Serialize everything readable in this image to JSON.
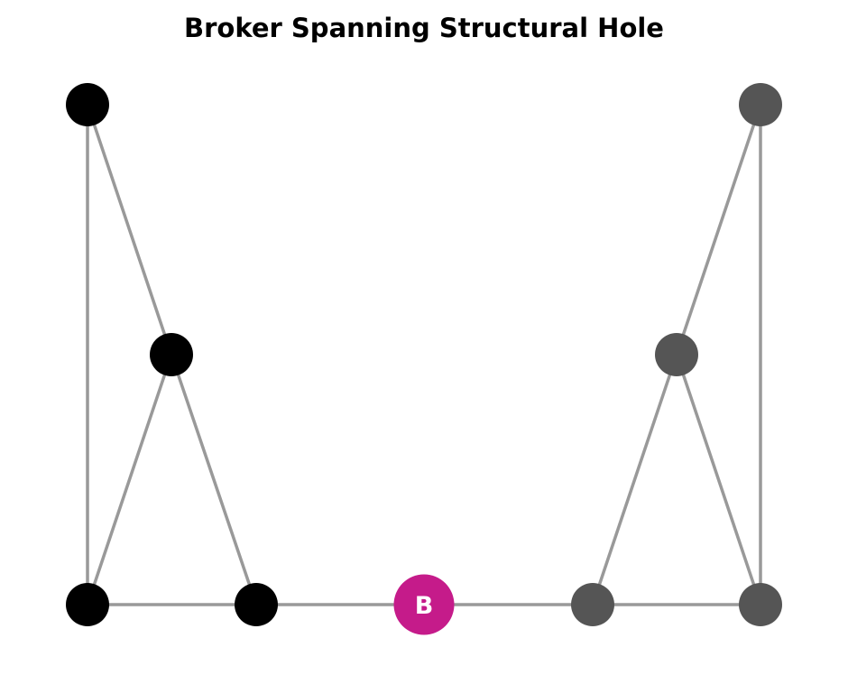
{
  "title": "Broker Spanning Structural Hole",
  "colors": {
    "edge": "#999999",
    "group_a": "#000000",
    "group_b": "#555555",
    "broker": "#c51b8a",
    "broker_label": "#ffffff"
  },
  "nodes": [
    {
      "id": "a1",
      "group": "group_a",
      "label": ""
    },
    {
      "id": "a2",
      "group": "group_a",
      "label": ""
    },
    {
      "id": "a3",
      "group": "group_a",
      "label": ""
    },
    {
      "id": "a4",
      "group": "group_a",
      "label": ""
    },
    {
      "id": "broker",
      "group": "broker",
      "label": "B"
    },
    {
      "id": "b1",
      "group": "group_b",
      "label": ""
    },
    {
      "id": "b2",
      "group": "group_b",
      "label": ""
    },
    {
      "id": "b3",
      "group": "group_b",
      "label": ""
    },
    {
      "id": "b4",
      "group": "group_b",
      "label": ""
    }
  ],
  "edges": [
    [
      "a1",
      "a3"
    ],
    [
      "a1",
      "a2"
    ],
    [
      "a2",
      "a3"
    ],
    [
      "a2",
      "a4"
    ],
    [
      "a3",
      "a4"
    ],
    [
      "a4",
      "broker"
    ],
    [
      "broker",
      "b4"
    ],
    [
      "b4",
      "b3"
    ],
    [
      "b4",
      "b2"
    ],
    [
      "b2",
      "b3"
    ],
    [
      "b2",
      "b1"
    ],
    [
      "b1",
      "b3"
    ]
  ]
}
